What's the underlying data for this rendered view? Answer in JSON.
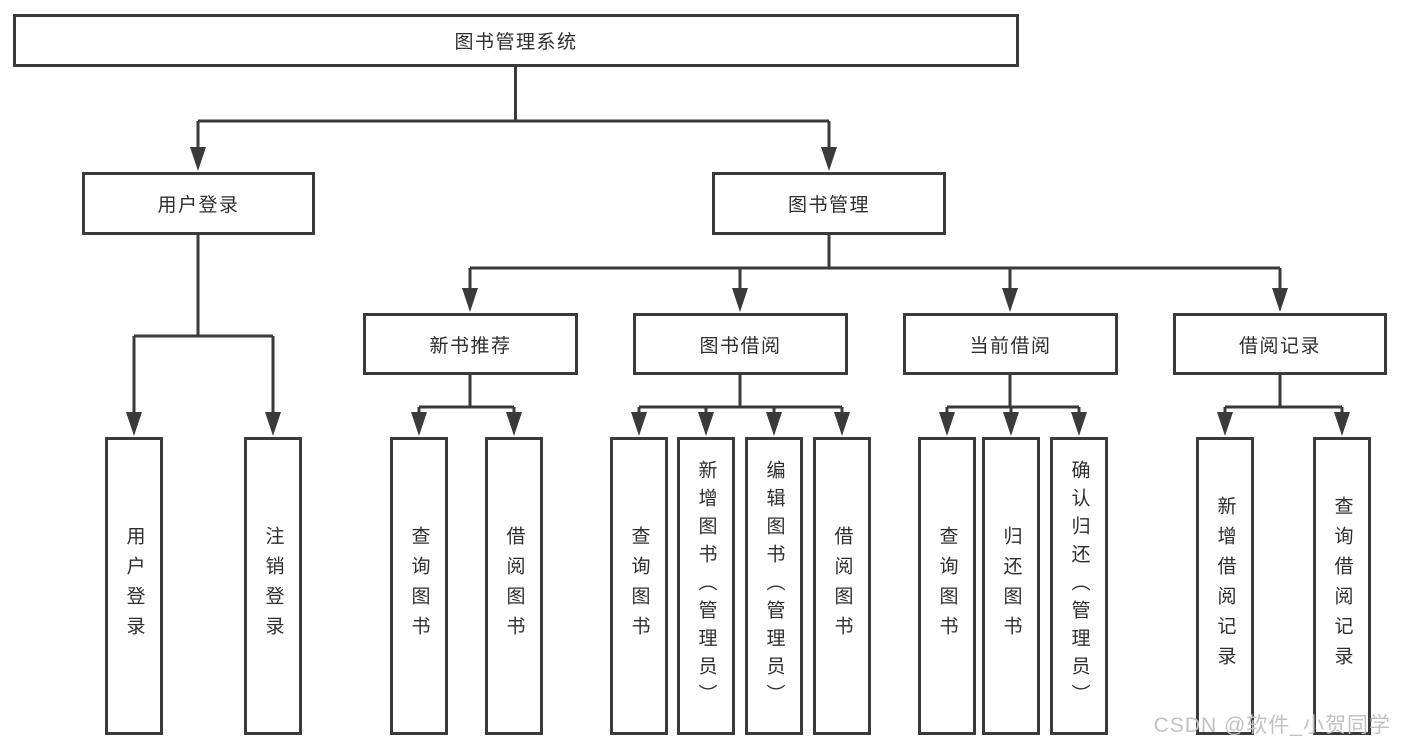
{
  "diagram": {
    "root": {
      "label": "图书管理系统"
    },
    "level2": [
      {
        "label": "用户登录"
      },
      {
        "label": "图书管理"
      }
    ],
    "level3": [
      {
        "label": "新书推荐"
      },
      {
        "label": "图书借阅"
      },
      {
        "label": "当前借阅"
      },
      {
        "label": "借阅记录"
      }
    ],
    "level4": {
      "user_login": [
        {
          "label": "用户登录"
        },
        {
          "label": "注销登录"
        }
      ],
      "new_books": [
        {
          "label": "查询图书"
        },
        {
          "label": "借阅图书"
        }
      ],
      "book_borrow": [
        {
          "label": "查询图书"
        },
        {
          "label": "新增图书（管理员）"
        },
        {
          "label": "编辑图书（管理员）"
        },
        {
          "label": "借阅图书"
        }
      ],
      "current_borrow": [
        {
          "label": "查询图书"
        },
        {
          "label": "归还图书"
        },
        {
          "label": "确认归还（管理员）"
        }
      ],
      "borrow_records": [
        {
          "label": "新增借阅记录"
        },
        {
          "label": "查询借阅记录"
        }
      ]
    }
  },
  "watermark": {
    "text": "CSDN @软件_小贺同学"
  },
  "colors": {
    "line": "#3a3a3a",
    "text": "#2e2e2e",
    "box_background": "#ffffff",
    "page_background": "#ffffff",
    "watermark": "#c2c2c2"
  }
}
